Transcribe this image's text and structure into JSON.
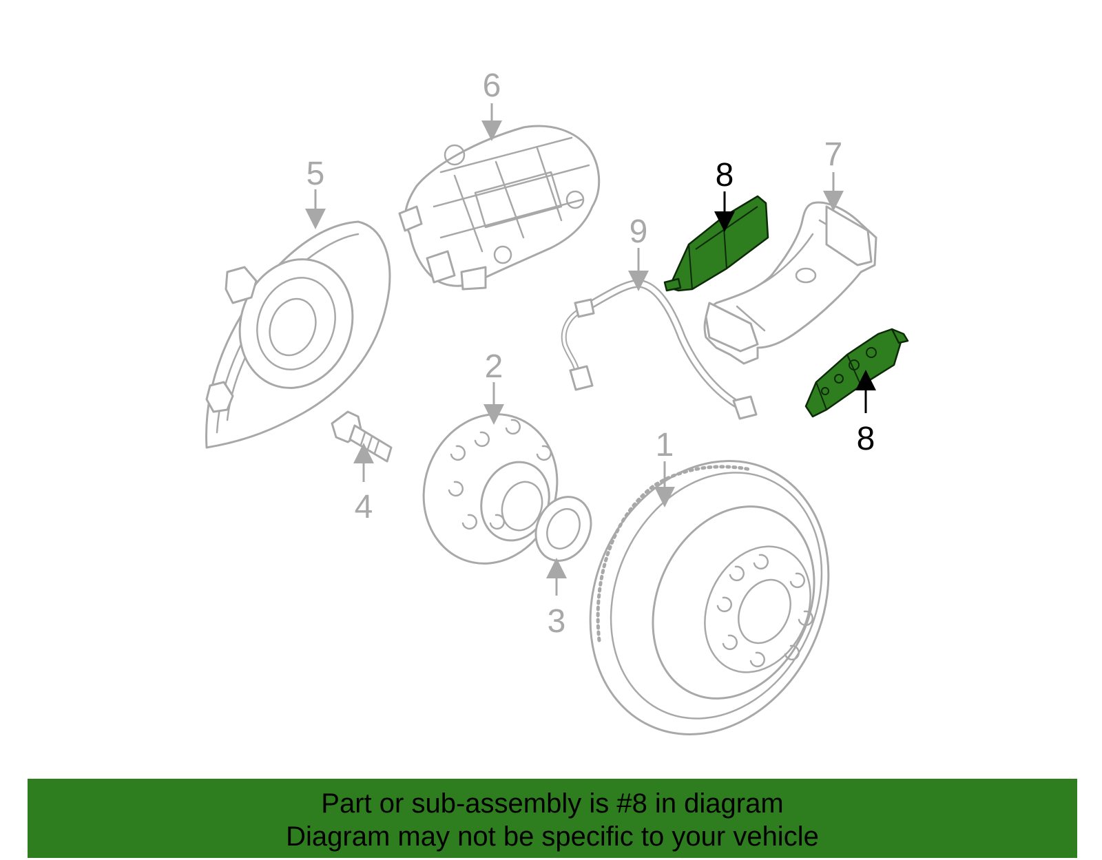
{
  "callouts": {
    "c1": "1",
    "c2": "2",
    "c3": "3",
    "c4": "4",
    "c5": "5",
    "c6": "6",
    "c7": "7",
    "c8_top": "8",
    "c8_bottom": "8",
    "c9": "9"
  },
  "banner": {
    "line1": "Part or sub-assembly is #8 in diagram",
    "line2": "Diagram may not be specific to your vehicle"
  },
  "colors": {
    "highlight": "#2e7d1e",
    "part_outline": "#a8a8a8",
    "highlight_text": "#000000"
  }
}
